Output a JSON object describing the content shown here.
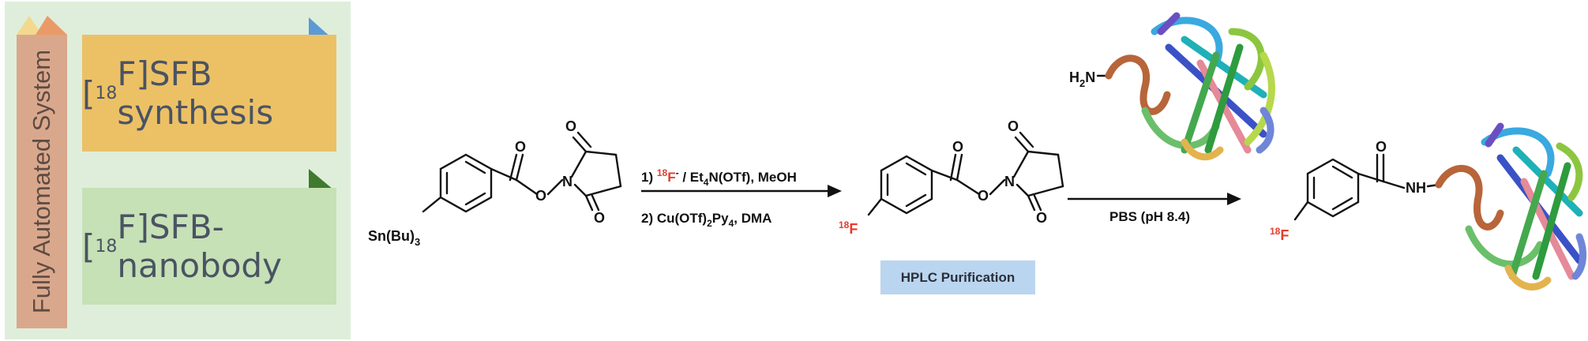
{
  "panel": {
    "sidebar_label": "Fully Automated System",
    "box1": {
      "prefix": "[",
      "isotope": "18",
      "rest": "F]SFB synthesis"
    },
    "box2": {
      "prefix": "[",
      "isotope": "18",
      "rest": "F]SFB-nanobody"
    },
    "colors": {
      "panel": "#dfeedb",
      "sidebar": "#d9a88c",
      "box1": "#ecc166",
      "box2": "#c6e1b5"
    }
  },
  "scheme": {
    "reagent": {
      "sn": "Sn(Bu)",
      "sn_sub": "3"
    },
    "o": "O",
    "n": "N",
    "step1": {
      "num": "1) ",
      "isotope": "18",
      "f": "F",
      "charge": "-",
      "mid": " / Et",
      "sub1": "4",
      "tail": "N(OTf), MeOH"
    },
    "step2": {
      "num": "2) Cu(OTf)",
      "sub1": "2",
      "py": "Py",
      "sub2": "4",
      "tail": ", DMA"
    },
    "product_f": {
      "isotope": "18",
      "f": "F"
    },
    "hplc_label": "HPLC Purification",
    "amine": {
      "h": "H",
      "sub": "2",
      "n": "N"
    },
    "step3_label": "PBS (pH 8.4)",
    "nh": "NH",
    "fluoro_color": "#e43d2e"
  }
}
